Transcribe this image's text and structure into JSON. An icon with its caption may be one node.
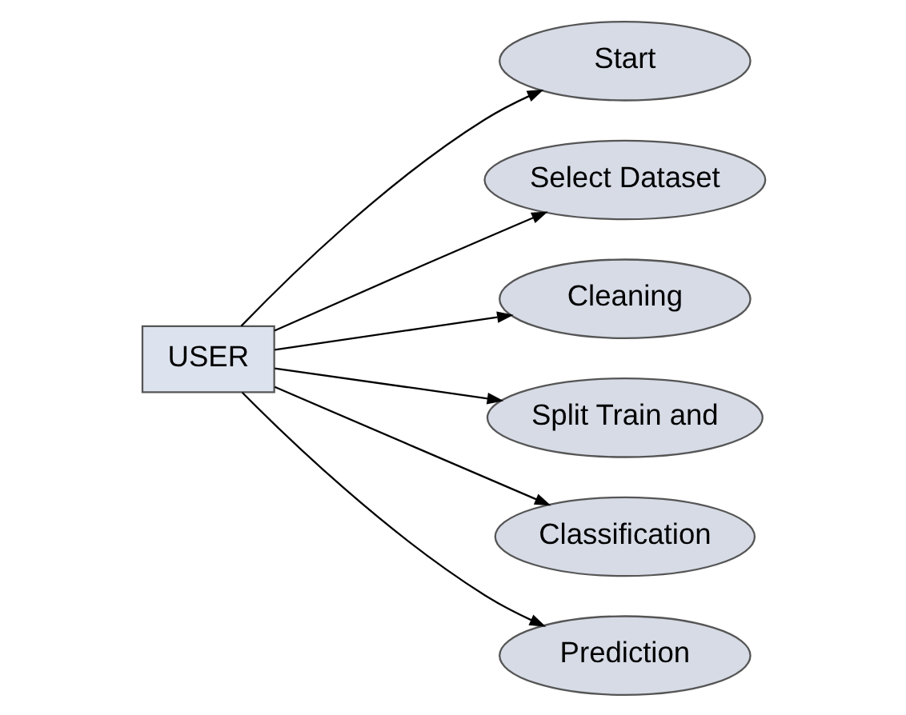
{
  "diagram": {
    "nodes": [
      {
        "text": [
          "USER"
        ]
      },
      {
        "text": [
          "Start"
        ]
      },
      {
        "text": [
          "Select Dataset"
        ]
      },
      {
        "text": [
          "Cleaning"
        ]
      },
      {
        "text": [
          "Split Train and"
        ]
      },
      {
        "text": [
          "Classification"
        ]
      },
      {
        "text": [
          "Prediction"
        ]
      }
    ],
    "edges": [
      {
        "from": 0,
        "to": 1,
        "arrow": "to"
      },
      {
        "from": 0,
        "to": 2,
        "arrow": "to"
      },
      {
        "from": 0,
        "to": 3,
        "arrow": "to"
      },
      {
        "from": 0,
        "to": 4,
        "arrow": "to"
      },
      {
        "from": 0,
        "to": 5,
        "arrow": "to"
      },
      {
        "from": 0,
        "to": 6,
        "arrow": "to"
      }
    ]
  }
}
